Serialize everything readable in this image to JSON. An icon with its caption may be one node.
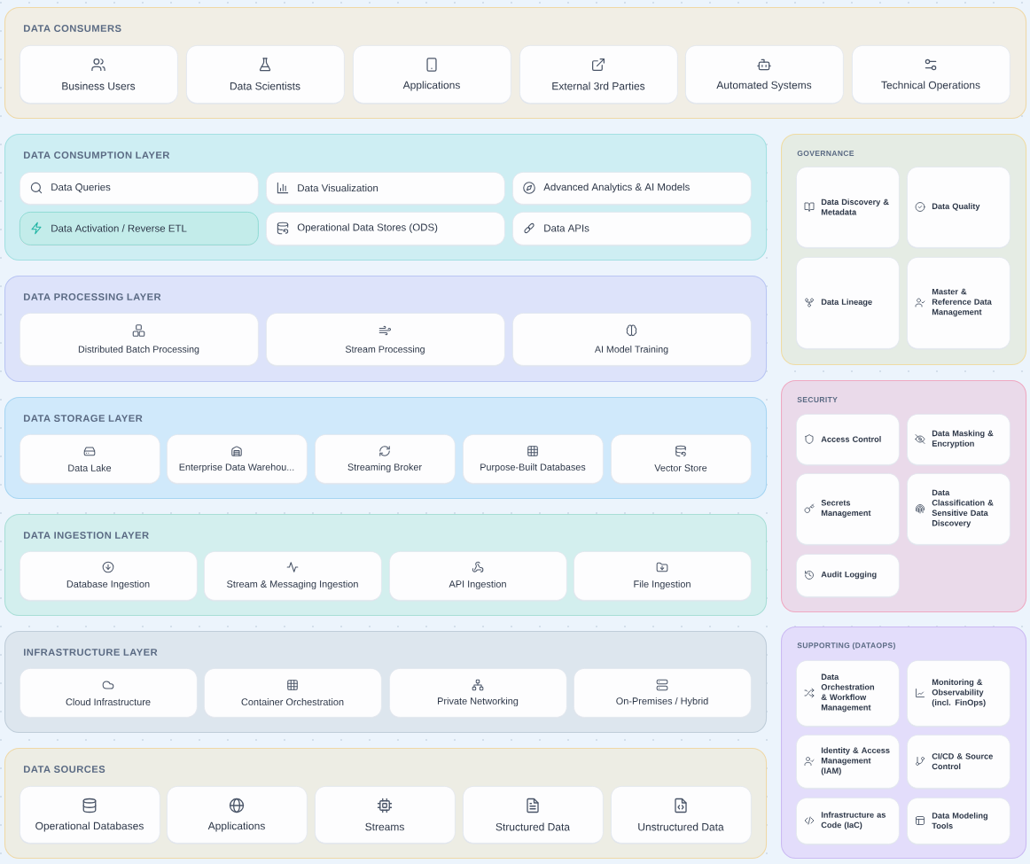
{
  "diagram": {
    "nodes": [
      {
        "text": [
          "DATA CONSUMERS"
        ]
      },
      {
        "text": [
          "Business Users"
        ],
        "in": 0
      },
      {
        "text": [
          "Data Scientists"
        ],
        "in": 0
      },
      {
        "text": [
          "Applications"
        ],
        "in": 0
      },
      {
        "text": [
          "External 3rd Parties"
        ],
        "in": 0
      },
      {
        "text": [
          "Automated Systems"
        ],
        "in": 0
      },
      {
        "text": [
          "Technical Operations"
        ],
        "in": 0
      },
      {
        "text": [
          "DATA CONSUMPTION LAYER"
        ]
      },
      {
        "text": [
          "Data Queries"
        ],
        "in": 7
      },
      {
        "text": [
          "Data Visualization"
        ],
        "in": 7
      },
      {
        "text": [
          "Advanced Analytics & AI Models"
        ],
        "in": 7
      },
      {
        "text": [
          "Data Activation / Reverse ETL"
        ],
        "in": 7
      },
      {
        "text": [
          "Operational Data Stores (ODS)"
        ],
        "in": 7
      },
      {
        "text": [
          "Data APIs"
        ],
        "in": 7
      },
      {
        "text": [
          "DATA PROCESSING LAYER"
        ]
      },
      {
        "text": [
          "Distributed Batch Processing"
        ],
        "in": 14
      },
      {
        "text": [
          "Stream Processing"
        ],
        "in": 14
      },
      {
        "text": [
          "AI Model Training"
        ],
        "in": 14
      },
      {
        "text": [
          "DATA STORAGE LAYER"
        ]
      },
      {
        "text": [
          "Data Lake"
        ],
        "in": 18
      },
      {
        "text": [
          "Enterprise Data Warehou..."
        ],
        "in": 18
      },
      {
        "text": [
          "Streaming Broker"
        ],
        "in": 18
      },
      {
        "text": [
          "Purpose-Built Databases"
        ],
        "in": 18
      },
      {
        "text": [
          "Vector Store"
        ],
        "in": 18
      },
      {
        "text": [
          "DATA INGESTION LAYER"
        ]
      },
      {
        "text": [
          "Database Ingestion"
        ],
        "in": 24
      },
      {
        "text": [
          "Stream & Messaging Ingestion"
        ],
        "in": 24
      },
      {
        "text": [
          "API Ingestion"
        ],
        "in": 24
      },
      {
        "text": [
          "File Ingestion"
        ],
        "in": 24
      },
      {
        "text": [
          "INFRASTRUCTURE LAYER"
        ]
      },
      {
        "text": [
          "Cloud Infrastructure"
        ],
        "in": 29
      },
      {
        "text": [
          "Container Orchestration"
        ],
        "in": 29
      },
      {
        "text": [
          "Private Networking"
        ],
        "in": 29
      },
      {
        "text": [
          "On-Premises / Hybrid"
        ],
        "in": 29
      },
      {
        "text": [
          "DATA SOURCES"
        ]
      },
      {
        "text": [
          "Operational Databases"
        ],
        "in": 34
      },
      {
        "text": [
          "Applications"
        ],
        "in": 34
      },
      {
        "text": [
          "Streams"
        ],
        "in": 34
      },
      {
        "text": [
          "Structured Data"
        ],
        "in": 34
      },
      {
        "text": [
          "Unstructured Data"
        ],
        "in": 34
      },
      {
        "text": [
          "GOVERNANCE"
        ]
      },
      {
        "text": [
          "Data Discovery & Metadata"
        ],
        "in": 40
      },
      {
        "text": [
          "Data Quality"
        ],
        "in": 40
      },
      {
        "text": [
          "Data Lineage"
        ],
        "in": 40
      },
      {
        "text": [
          "Master & Reference Data Management"
        ],
        "in": 40
      },
      {
        "text": [
          "SECURITY"
        ]
      },
      {
        "text": [
          "Access Control"
        ],
        "in": 45
      },
      {
        "text": [
          "Data Masking & Encryption"
        ],
        "in": 45
      },
      {
        "text": [
          "Secrets Management"
        ],
        "in": 45
      },
      {
        "text": [
          "Data Classification & Sensitive Data Discovery"
        ],
        "in": 45
      },
      {
        "text": [
          "Audit Logging"
        ],
        "in": 45
      },
      {
        "text": [
          "SUPPORTING (DATAOPS)"
        ]
      },
      {
        "text": [
          "Data Orchestration & Workflow Management"
        ],
        "in": 51
      },
      {
        "text": [
          "Monitoring & Observability (incl. FinOps)"
        ],
        "in": 51
      },
      {
        "text": [
          "Identity & Access Management (IAM)"
        ],
        "in": 51
      },
      {
        "text": [
          "CI/CD & Source Control"
        ],
        "in": 51
      },
      {
        "text": [
          "Infrastructure as Code (IaC)"
        ],
        "in": 51
      },
      {
        "text": [
          "Data Modeling Tools"
        ],
        "in": 51
      }
    ]
  }
}
